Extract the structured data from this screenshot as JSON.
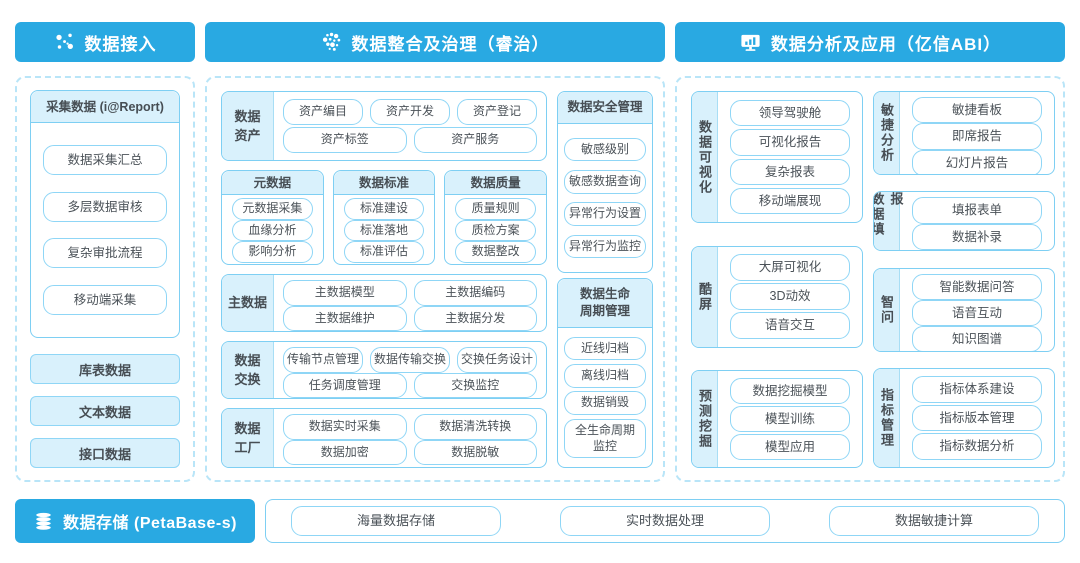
{
  "ingest": {
    "header": "数据接入",
    "collect": {
      "title": "采集数据 (i@Report)",
      "items": [
        "数据采集汇总",
        "多层数据审核",
        "复杂审批流程",
        "移动端采集"
      ]
    },
    "sources": [
      "库表数据",
      "文本数据",
      "接口数据"
    ]
  },
  "govern": {
    "header": "数据整合及治理（睿治）",
    "asset": {
      "label": "数据\n资产",
      "row1": [
        "资产编目",
        "资产开发",
        "资产登记"
      ],
      "row2": [
        "资产标签",
        "资产服务"
      ]
    },
    "meta": {
      "title": "元数据",
      "items": [
        "元数据采集",
        "血缘分析",
        "影响分析"
      ]
    },
    "standard": {
      "title": "数据标准",
      "items": [
        "标准建设",
        "标准落地",
        "标准评估"
      ]
    },
    "quality": {
      "title": "数据质量",
      "items": [
        "质量规则",
        "质检方案",
        "数据整改"
      ]
    },
    "master": {
      "label": "主数据",
      "row1": [
        "主数据模型",
        "主数据编码"
      ],
      "row2": [
        "主数据维护",
        "主数据分发"
      ]
    },
    "exchange": {
      "label": "数据\n交换",
      "row1": [
        "传输节点管理",
        "数据传输交换",
        "交换任务设计"
      ],
      "row2": [
        "任务调度管理",
        "交换监控"
      ]
    },
    "factory": {
      "label": "数据\n工厂",
      "row1": [
        "数据实时采集",
        "数据清洗转换"
      ],
      "row2": [
        "数据加密",
        "数据脱敏"
      ]
    },
    "security": {
      "title": "数据安全管理",
      "items": [
        "敏感级别",
        "敏感数据查询",
        "异常行为设置",
        "异常行为监控"
      ]
    },
    "lifecycle": {
      "title": "数据生命\n周期管理",
      "items": [
        "近线归档",
        "离线归档",
        "数据销毁",
        "全生命周期\n监控"
      ]
    }
  },
  "analytics": {
    "header": "数据分析及应用（亿信ABI）",
    "visual": {
      "label": "数据可视化",
      "items": [
        "领导驾驶舱",
        "可视化报告",
        "复杂报表",
        "移动端展现"
      ]
    },
    "coolscreen": {
      "label": "酷屏",
      "items": [
        "大屏可视化",
        "3D动效",
        "语音交互"
      ]
    },
    "mining": {
      "label": "预测挖掘",
      "items": [
        "数据挖掘模型",
        "模型训练",
        "模型应用"
      ]
    },
    "agile": {
      "label": "敏捷分析",
      "items": [
        "敏捷看板",
        "即席报告",
        "幻灯片报告"
      ]
    },
    "filling": {
      "label": "数据填报",
      "items": [
        "填报表单",
        "数据补录"
      ]
    },
    "zhiwen": {
      "label": "智问",
      "items": [
        "智能数据问答",
        "语音互动",
        "知识图谱"
      ]
    },
    "metrics": {
      "label": "指标管理",
      "items": [
        "指标体系建设",
        "指标版本管理",
        "指标数据分析"
      ]
    }
  },
  "storage": {
    "header": "数据存储 (PetaBase-s)",
    "items": [
      "海量数据存储",
      "实时数据处理",
      "数据敏捷计算"
    ]
  },
  "icons": {
    "ingest": "network-dots-icon",
    "govern": "dots-cluster-icon",
    "analytics": "monitor-chart-icon",
    "storage": "database-icon"
  },
  "colors": {
    "primary": "#29a9e2",
    "light_fill": "#d9f1fc",
    "box_border": "#7ecff3",
    "pill_border": "#8fd6f6",
    "dashed_border": "#b9e5f8",
    "text": "#4b5258"
  }
}
